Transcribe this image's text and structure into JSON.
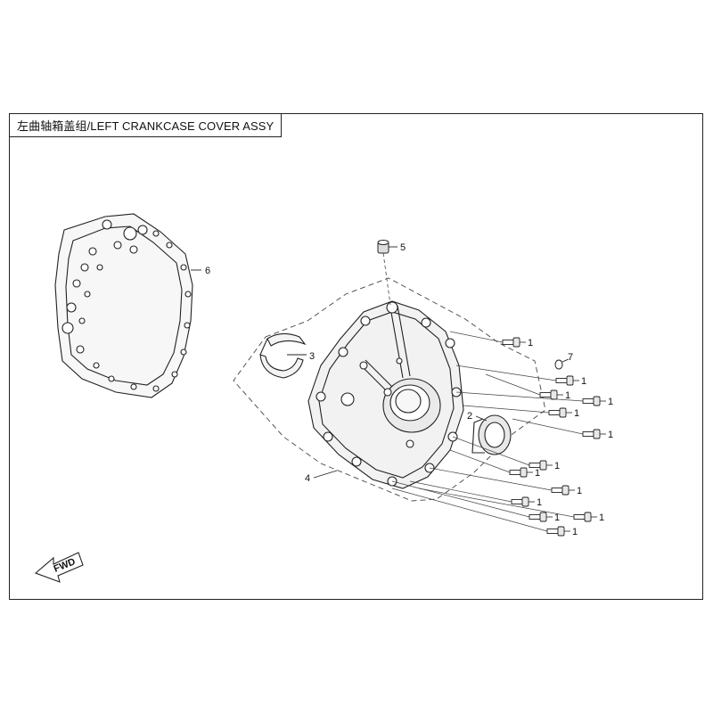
{
  "title": "左曲轴箱盖组/LEFT CRANKCASE COVER ASSY",
  "callouts": {
    "n1": "1",
    "n2": "2",
    "n3": "3",
    "n4": "4",
    "n5": "5",
    "n6": "6",
    "n7": "7"
  },
  "fwd_label": "FWD",
  "colors": {
    "line": "#222222",
    "part_fill": "#f2f2f2",
    "background": "#ffffff"
  }
}
